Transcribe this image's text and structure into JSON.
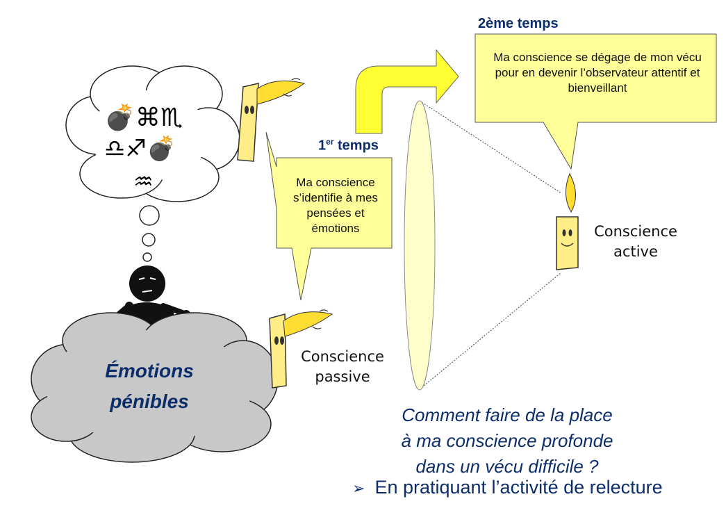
{
  "emotions_cloud": {
    "line1": "Émotions",
    "line2": "pénibles"
  },
  "thought_cloud": {
    "symbols_line1": "💣⌘♏",
    "symbols_line2": "♎♐💣",
    "symbols_line3": "♒"
  },
  "step1": {
    "title_main": "1",
    "title_sup": "er",
    "title_rest": " temps",
    "text": "Ma conscience s’identifie à mes pensées et émotions"
  },
  "step2": {
    "title": "2ème temps",
    "text": "Ma conscience se dégage de mon vécu pour en devenir l’observateur attentif et bienveillant"
  },
  "passive": {
    "line1": "Conscience",
    "line2": "passive"
  },
  "active": {
    "line1": "Conscience",
    "line2": "active"
  },
  "question": {
    "line1": "Comment faire de la place",
    "line2": "à ma conscience profonde",
    "line3": "dans un vécu difficile ?"
  },
  "answer": {
    "bullet": "➢",
    "text": "En pratiquant l’activité de relecture"
  },
  "colors": {
    "navy": "#0c2d6b",
    "yellow": "#ffff66",
    "callout": "#ffff99",
    "grey_cloud": "#c8c8c8",
    "candle": "#ffee88"
  }
}
